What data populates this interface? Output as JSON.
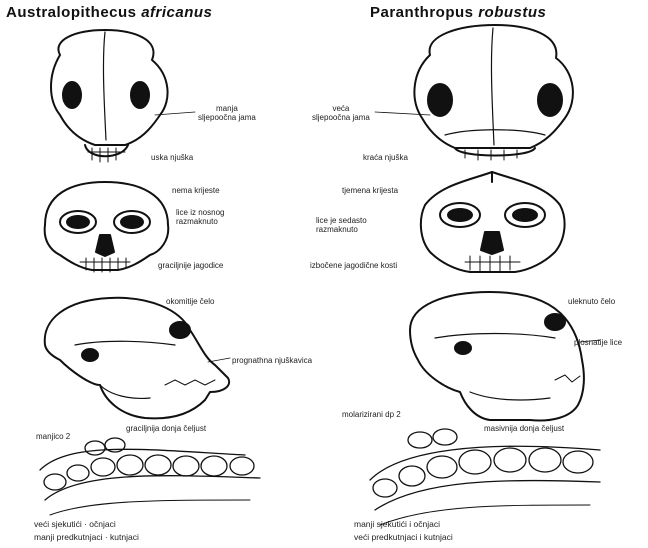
{
  "titles": {
    "left_genus": "Australopithecus",
    "left_species": "africanus",
    "right_genus": "Paranthropus",
    "right_species": "robustus"
  },
  "left": {
    "top_l1": "manja",
    "top_l2": "sljepoočna jama",
    "jaw_top": "uska njuška",
    "brow": "nema krijeste",
    "nasal_l1": "lice iz nosnog",
    "nasal_l2": "razmaknuto",
    "cheek": "graciljnije jagodice",
    "forehead": "okomitije čelo",
    "prog": "prognathna njuškavica",
    "mandible": "graciljnija donja čeljust",
    "teeth_label": "manjico 2",
    "foot1": "veći sjekutići · očnjaci",
    "foot2": "manji predkutnjaci · kutnjaci"
  },
  "right": {
    "top_l1": "veća",
    "top_l2": "sljepoočna jama",
    "jaw_top": "kraća njuška",
    "brow": "tjemena krijesta",
    "nasal_l1": "lice je sedasto",
    "nasal_l2": "razmaknuto",
    "cheek": "izbočene jagodične kosti",
    "forehead": "uleknuto čelo",
    "flat": "plosnatije lice",
    "teeth_label": "molarizirani dp 2",
    "mandible": "masivnija donja čeljust",
    "foot1": "manji sjekutići i očnjaci",
    "foot2": "veći predkutnjaci i kutnjaci"
  },
  "colors": {
    "ink": "#111111",
    "paper": "#ffffff"
  }
}
